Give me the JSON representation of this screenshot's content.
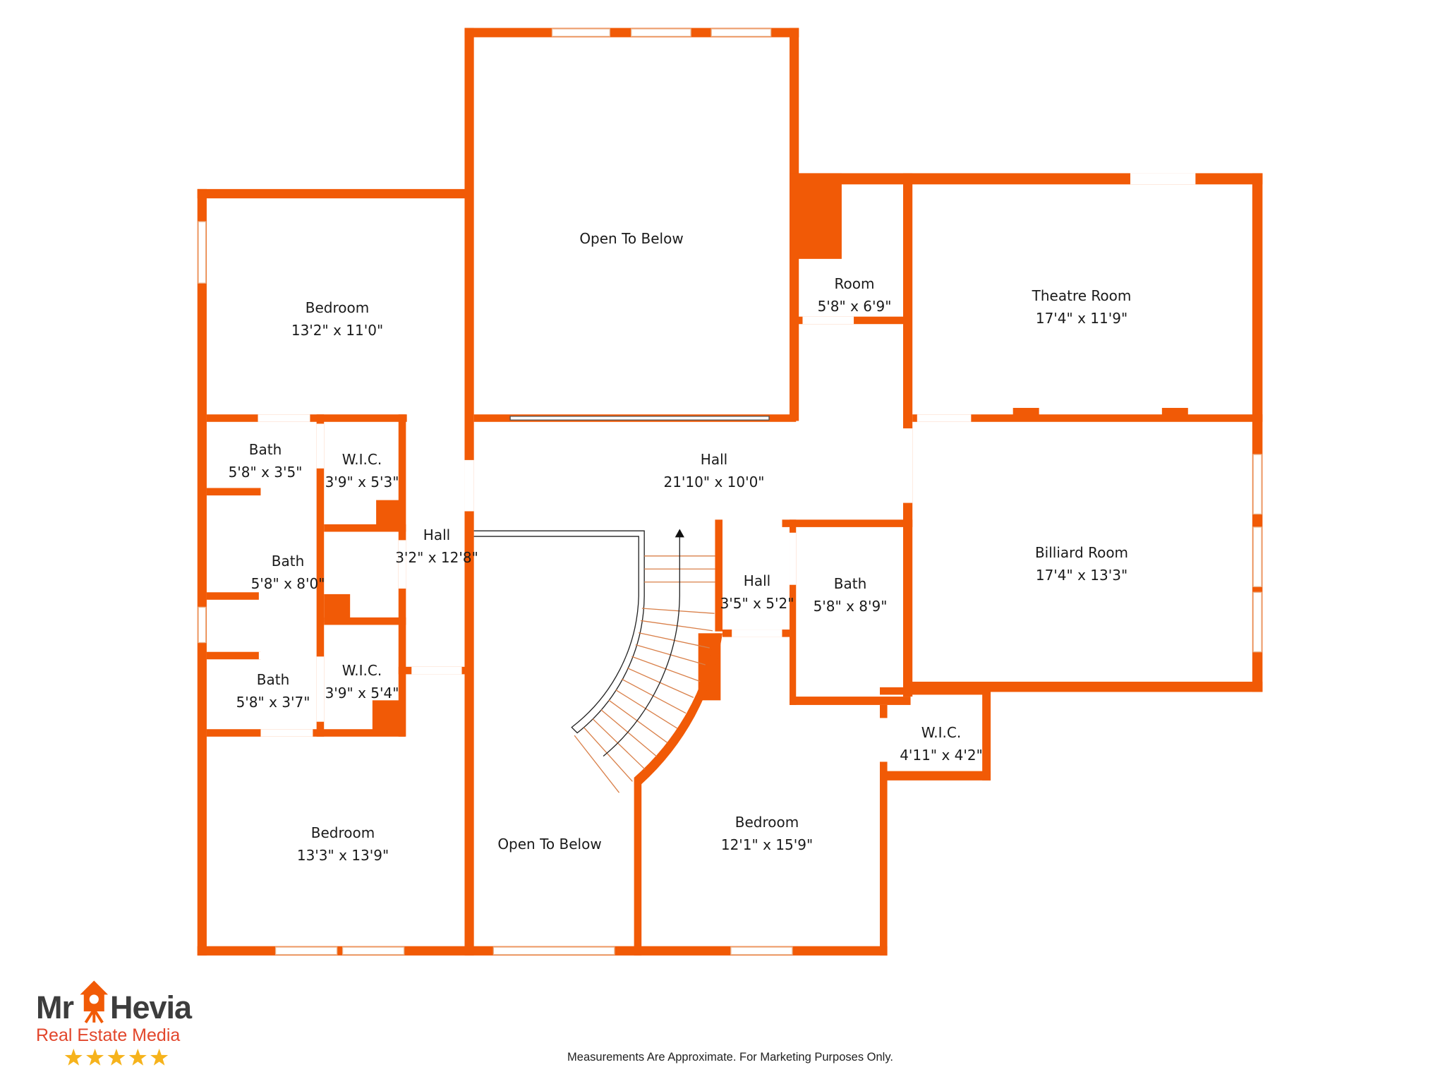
{
  "colors": {
    "wall": "#f15a06",
    "text": "#1a1a1a",
    "logo_dark": "#3d3d3d",
    "logo_red": "#e2462b",
    "stars": "#f6b31c"
  },
  "rooms": [
    {
      "name": "Open To Below",
      "dims": ""
    },
    {
      "name": "Bedroom",
      "dims": "13'2\" x 11'0\""
    },
    {
      "name": "Room",
      "dims": "5'8\" x 6'9\""
    },
    {
      "name": "Theatre Room",
      "dims": "17'4\" x 11'9\""
    },
    {
      "name": "Bath",
      "dims": "5'8\" x 3'5\""
    },
    {
      "name": "W.I.C.",
      "dims": "3'9\" x 5'3\""
    },
    {
      "name": "Hall",
      "dims": "21'10\" x 10'0\""
    },
    {
      "name": "Hall",
      "dims": "3'2\" x 12'8\""
    },
    {
      "name": "Bath",
      "dims": "5'8\" x 8'0\""
    },
    {
      "name": "Billiard Room",
      "dims": "17'4\" x 13'3\""
    },
    {
      "name": "Hall",
      "dims": "3'5\" x 5'2\""
    },
    {
      "name": "Bath",
      "dims": "5'8\" x 8'9\""
    },
    {
      "name": "Bath",
      "dims": "5'8\" x 3'7\""
    },
    {
      "name": "W.I.C.",
      "dims": "3'9\" x 5'4\""
    },
    {
      "name": "W.I.C.",
      "dims": "4'11\" x 4'2\""
    },
    {
      "name": "Bedroom",
      "dims": "13'3\" x 13'9\""
    },
    {
      "name": "Open To Below",
      "dims": ""
    },
    {
      "name": "Bedroom",
      "dims": "12'1\" x 15'9\""
    }
  ],
  "logo": {
    "line1_left": "Mr",
    "line1_right": "Hevia",
    "line2": "Real Estate Media",
    "stars": 5
  },
  "footer": {
    "disclaimer": "Measurements Are Approximate. For Marketing Purposes Only."
  }
}
